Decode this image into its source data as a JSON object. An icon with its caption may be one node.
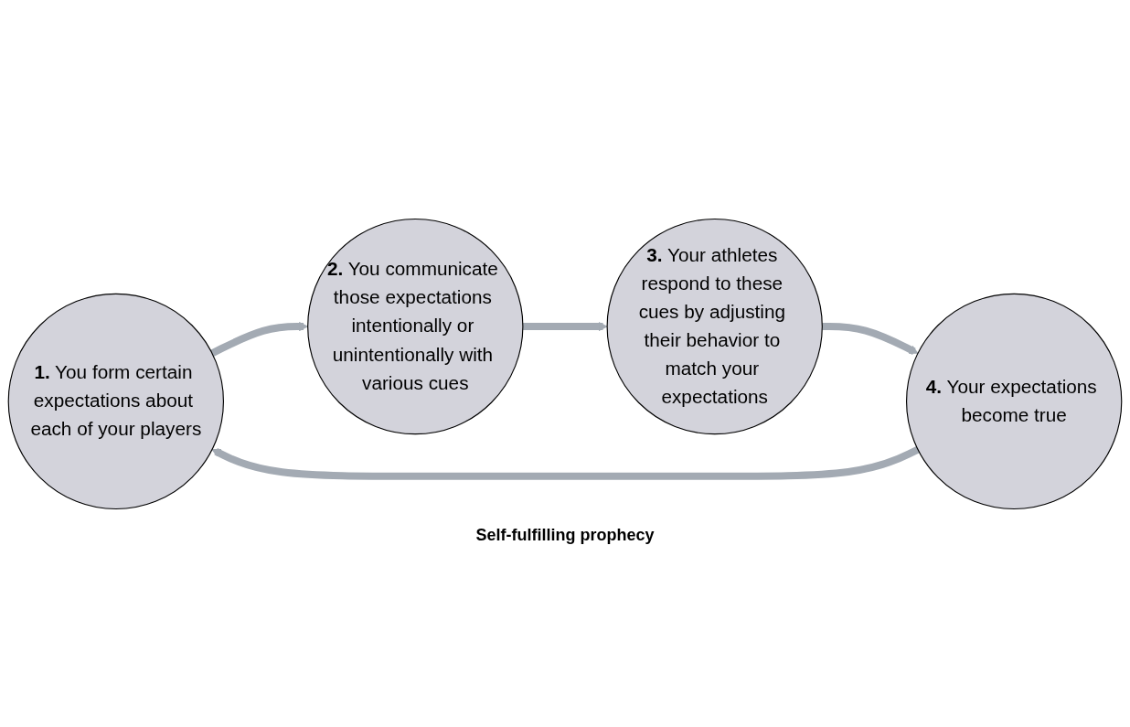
{
  "diagram": {
    "nodes": [
      {
        "text": [
          "**1.** You form certain expectations about each of your players"
        ]
      },
      {
        "text": [
          "**2.** You communicate those expectations intentionally or unintentionally with various cues"
        ]
      },
      {
        "text": [
          "**3.** Your athletes respond to these cues by adjusting their behavior to match your expectations"
        ]
      },
      {
        "text": [
          "**4.** Your expectations become true"
        ]
      }
    ],
    "edges": [
      {
        "from": 0,
        "to": 1,
        "arrow": "to"
      },
      {
        "from": 1,
        "to": 2,
        "arrow": "to"
      },
      {
        "from": 2,
        "to": 3,
        "arrow": "to"
      },
      {
        "from": 3,
        "to": 0,
        "arrow": "to"
      }
    ],
    "labels": [
      "Self-fulfilling prophecy"
    ]
  }
}
